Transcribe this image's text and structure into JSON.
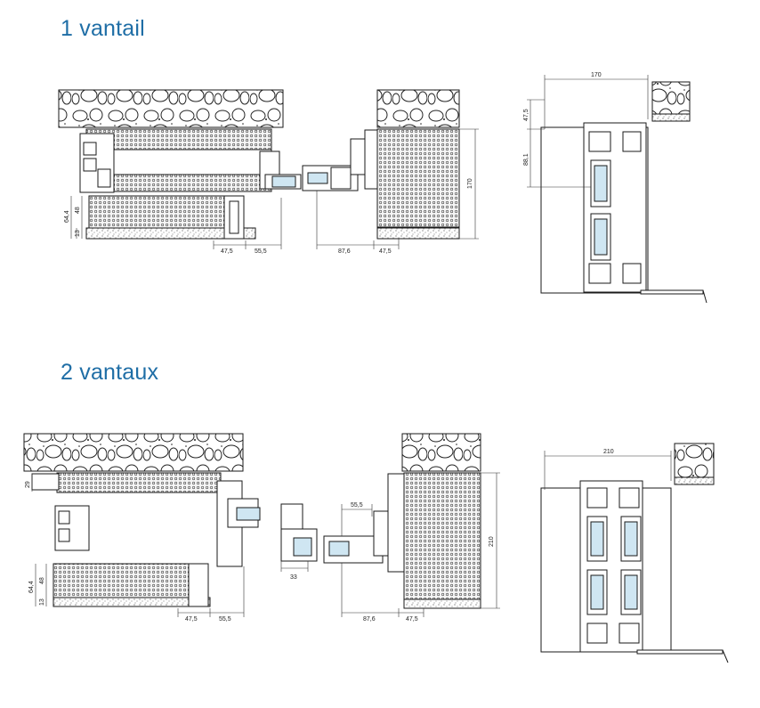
{
  "sections": [
    {
      "title": "1 vantail",
      "dims": {
        "d1": "47,5",
        "d2": "55,5",
        "d3": "87,6",
        "d4": "47,5",
        "v1": "64,4",
        "v2": "48",
        "v3": "13",
        "v4": "170",
        "s_top": "170",
        "s_v1": "47,5",
        "s_v2": "88,1"
      }
    },
    {
      "title": "2 vantaux",
      "dims": {
        "d1": "47,5",
        "d2": "55,5",
        "d3": "87,6",
        "d4": "47,5",
        "d5": "33",
        "d6": "55,5",
        "v1": "64,4",
        "v2": "48",
        "v3": "13",
        "v4": "210",
        "v5": "29",
        "s_top": "210"
      }
    }
  ],
  "colors": {
    "heading": "#1f6ea6",
    "line": "#1a1a1a",
    "glass": "#cfe6f2"
  }
}
